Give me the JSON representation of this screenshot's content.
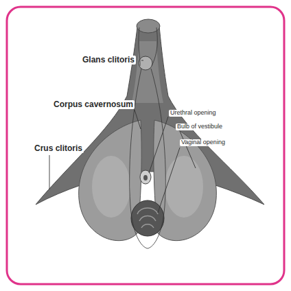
{
  "diagram": {
    "labels": [
      "Glans clitoris",
      "Corpus cavernosum",
      "Crus clitoris",
      "Urethral opening",
      "Bulb of vestibule",
      "Vaginal opening"
    ]
  }
}
